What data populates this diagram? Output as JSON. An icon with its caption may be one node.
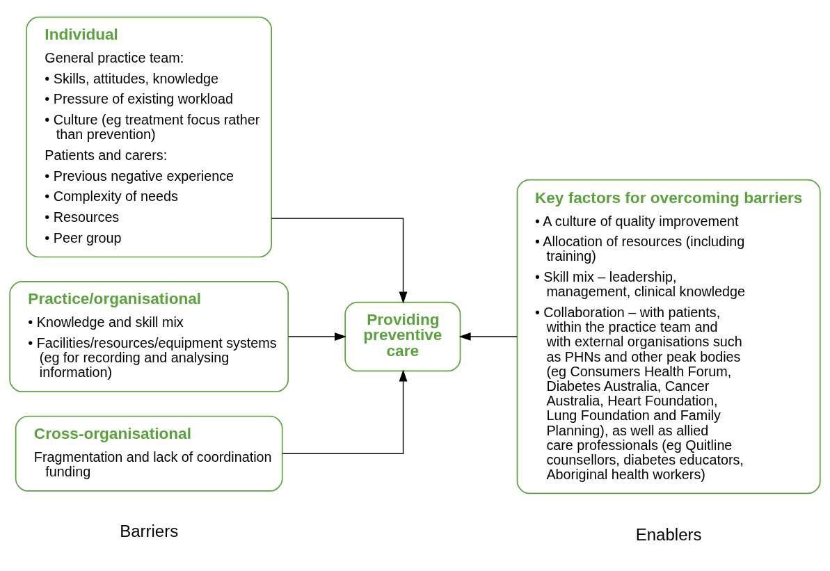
{
  "diagram": {
    "nodes": [
      {
        "text": [
          "Individual",
          "General practice team:",
          "• Skills, attitudes, knowledge",
          "• Pressure of existing workload",
          "• Culture (eg treatment focus rather than prevention)",
          "Patients and carers:",
          "• Previous negative experience",
          "• Complexity of needs",
          "• Resources",
          "• Peer group"
        ]
      },
      {
        "text": [
          "Practice/organisational",
          "• Knowledge and skill mix",
          "• Facilities/resources/equipment systems (eg for recording and analysing information)"
        ]
      },
      {
        "text": [
          "Cross-organisational",
          "Fragmentation and lack of coordination funding"
        ]
      },
      {
        "text": [
          "Providing preventive care"
        ]
      },
      {
        "text": [
          "Key factors for overcoming barriers",
          "• A culture of quality improvement",
          "• Allocation of resources (including training)",
          "• Skill mix – leadership, management, clinical knowledge",
          "• Collaboration – with patients, within the practice team and with external organisations such as PHNs and other peak bodies (eg Consumers Health Forum, Diabetes Australia, Cancer Australia, Heart Foundation, Lung Foundation and Family Planning), as well as allied care professionals (eg Quitline counsellors, diabetes educators, Aboriginal health workers)"
        ]
      }
    ],
    "edges": [
      {
        "from": 0,
        "to": 3,
        "arrow": "to"
      },
      {
        "from": 1,
        "to": 3,
        "arrow": "to"
      },
      {
        "from": 2,
        "to": 3,
        "arrow": "to"
      },
      {
        "from": 4,
        "to": 3,
        "arrow": "to"
      }
    ],
    "labels": [
      "Barriers",
      "Enablers"
    ]
  }
}
